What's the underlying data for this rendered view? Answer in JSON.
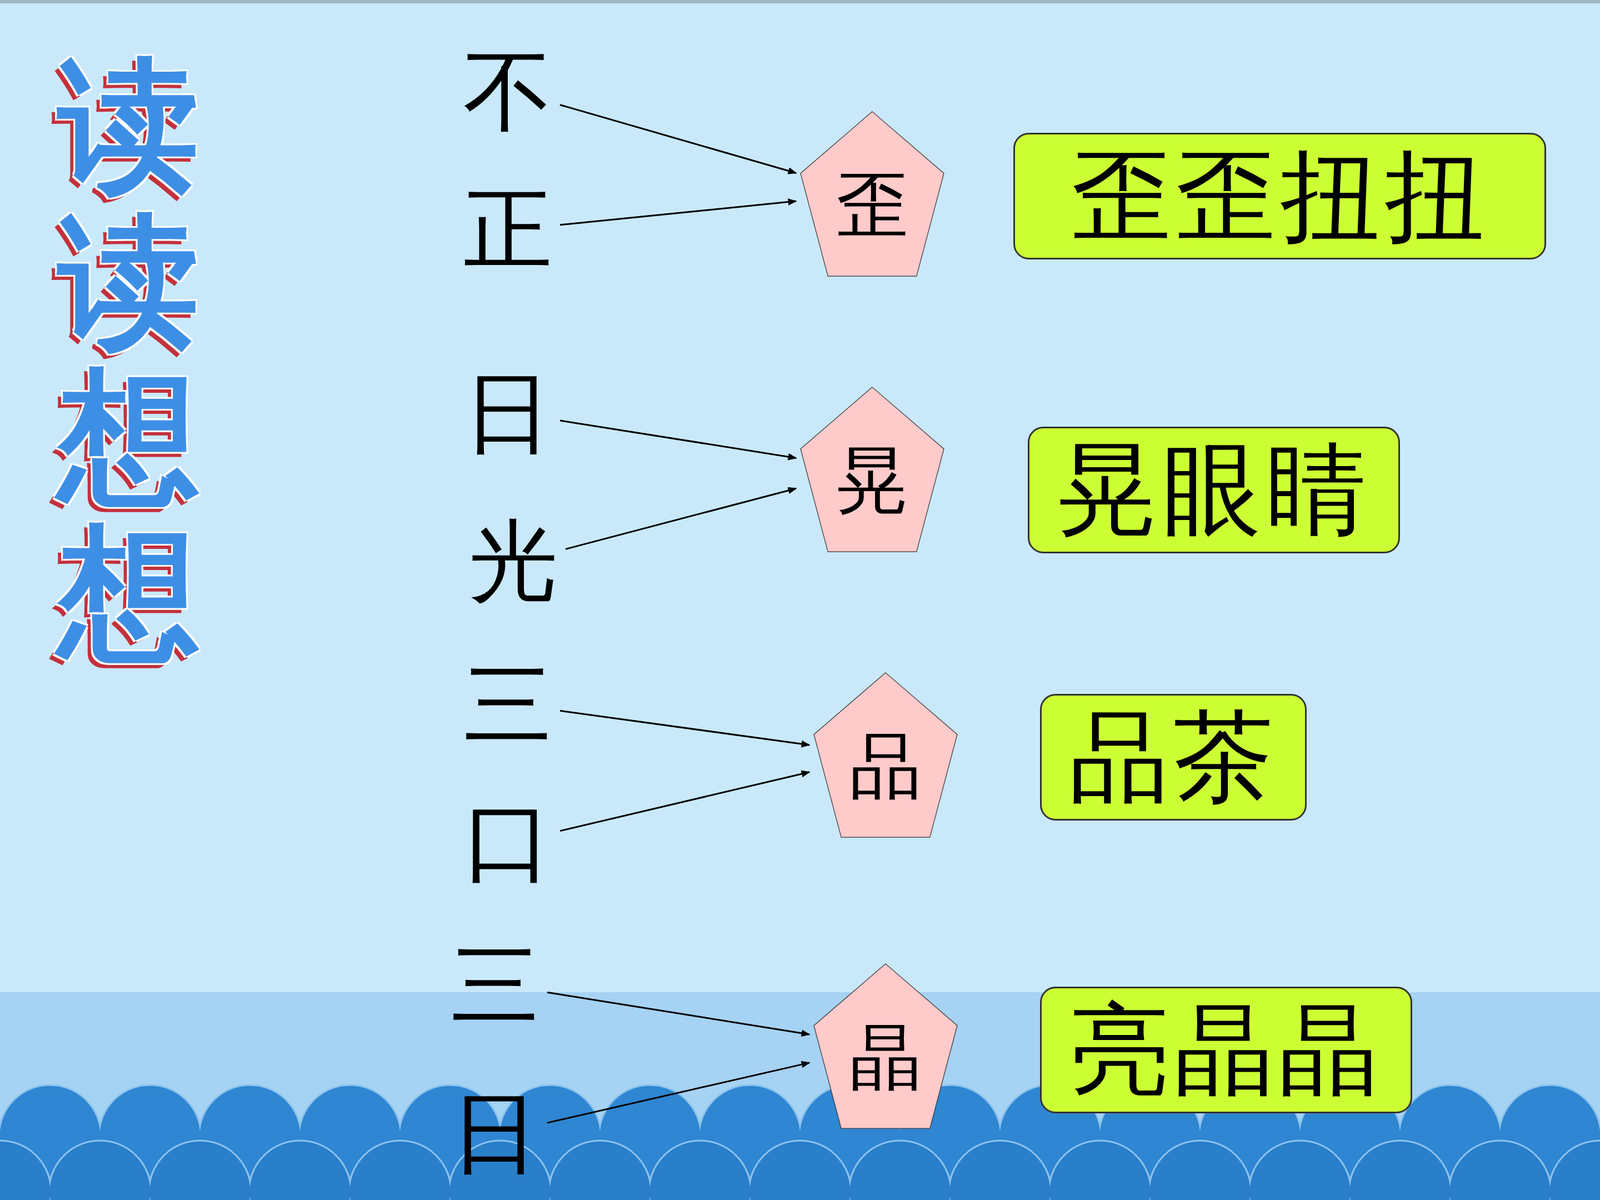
{
  "diagram": {
    "title": "读读想想",
    "nodes": [
      {
        "text": [
          "不"
        ]
      },
      {
        "text": [
          "正"
        ]
      },
      {
        "text": [
          "歪"
        ]
      },
      {
        "text": [
          "歪歪扭扭"
        ]
      },
      {
        "text": [
          "日"
        ]
      },
      {
        "text": [
          "光"
        ]
      },
      {
        "text": [
          "晃"
        ]
      },
      {
        "text": [
          "晃眼睛"
        ]
      },
      {
        "text": [
          "三"
        ]
      },
      {
        "text": [
          "口"
        ]
      },
      {
        "text": [
          "品"
        ]
      },
      {
        "text": [
          "品茶"
        ]
      },
      {
        "text": [
          "三"
        ]
      },
      {
        "text": [
          "日"
        ]
      },
      {
        "text": [
          "晶"
        ]
      },
      {
        "text": [
          "亮晶晶"
        ]
      }
    ],
    "edges": [
      {
        "from": 0,
        "to": 2,
        "arrow": "to"
      },
      {
        "from": 1,
        "to": 2,
        "arrow": "to"
      },
      {
        "from": 4,
        "to": 6,
        "arrow": "to"
      },
      {
        "from": 5,
        "to": 6,
        "arrow": "to"
      },
      {
        "from": 8,
        "to": 10,
        "arrow": "to"
      },
      {
        "from": 9,
        "to": 10,
        "arrow": "to"
      },
      {
        "from": 12,
        "to": 14,
        "arrow": "to"
      },
      {
        "from": 13,
        "to": 14,
        "arrow": "to"
      }
    ]
  }
}
